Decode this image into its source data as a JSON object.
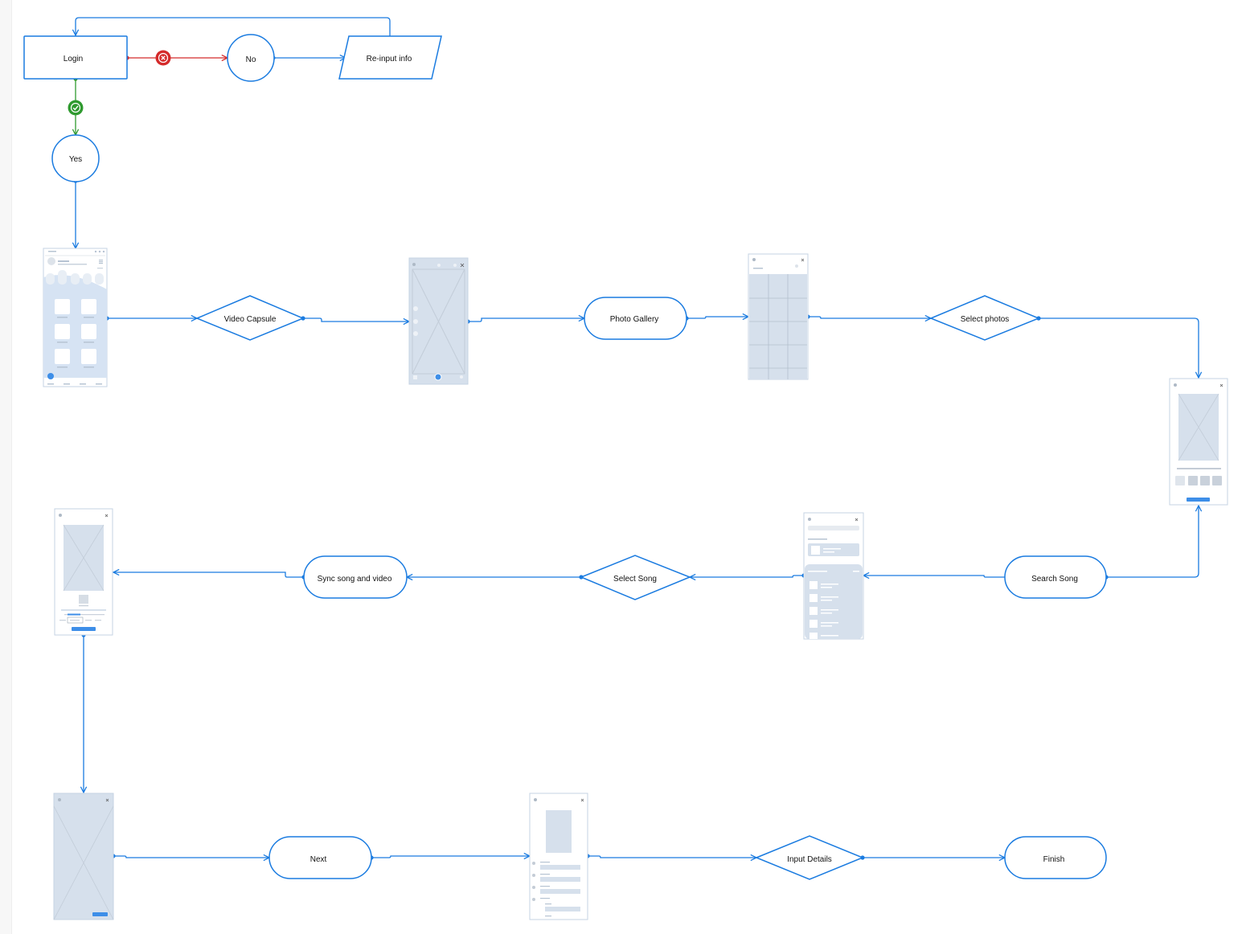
{
  "colors": {
    "flow": "#1a7be0",
    "reject": "#d42a2a",
    "accept": "#2f9a2f",
    "screen_fill": "#d6e0ec",
    "screen_border": "#c5d3e3",
    "screen_accent": "#3d8ee8"
  },
  "nodes": {
    "login": "Login",
    "no": "No",
    "reinput": "Re-input info",
    "yes": "Yes",
    "video_capsule": "Video Capsule",
    "photo_gallery": "Photo Gallery",
    "select_photos": "Select photos",
    "search_song": "Search Song",
    "select_song": "Select Song",
    "sync": "Sync song and video",
    "next": "Next",
    "input_details": "Input Details",
    "finish": "Finish"
  },
  "badges": {
    "reject": "x-circle-icon",
    "accept": "check-circle-icon"
  }
}
